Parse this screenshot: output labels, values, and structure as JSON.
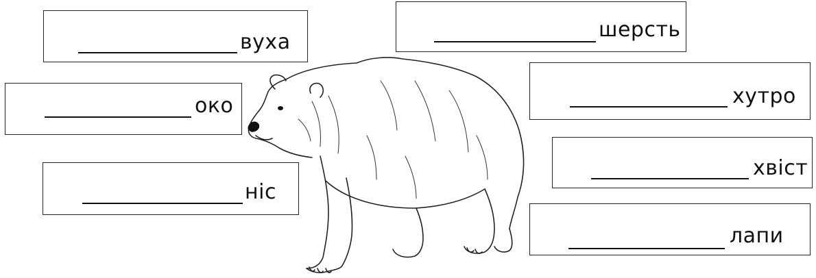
{
  "worksheet": {
    "labels": [
      {
        "id": "vukha",
        "word": "вуха"
      },
      {
        "id": "sherst",
        "word": "шерсть"
      },
      {
        "id": "oko",
        "word": "око"
      },
      {
        "id": "khutro",
        "word": "хутро"
      },
      {
        "id": "khvist",
        "word": "хвіст"
      },
      {
        "id": "nis",
        "word": "ніс"
      },
      {
        "id": "lapy",
        "word": "лапи"
      }
    ],
    "illustration": {
      "icon": "bear-icon"
    }
  }
}
